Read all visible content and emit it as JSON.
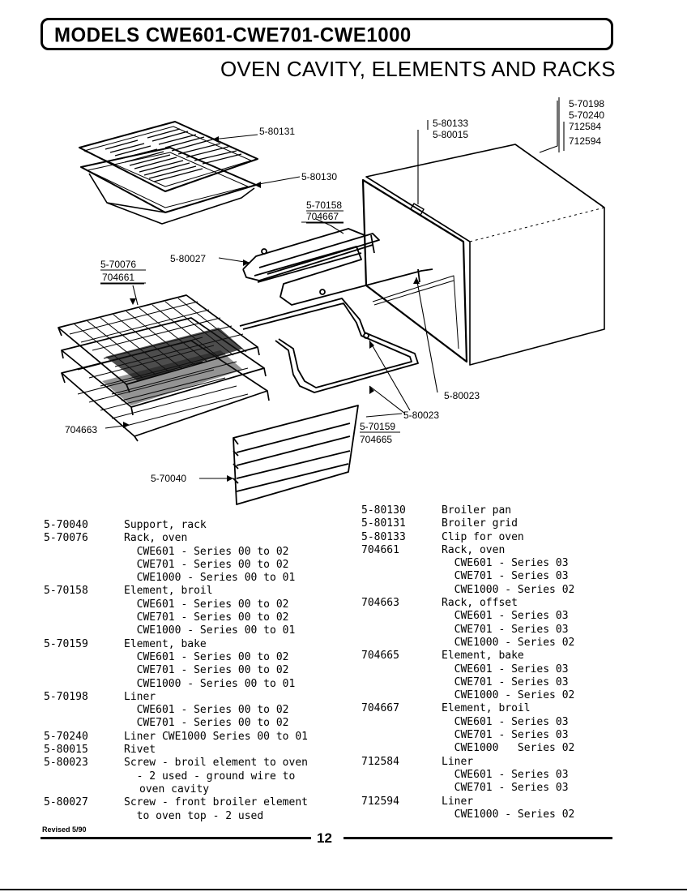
{
  "header": {
    "title": "MODELS CWE601-CWE701-CWE1000",
    "subtitle": "OVEN CAVITY, ELEMENTS AND RACKS"
  },
  "diagram": {
    "callouts": {
      "c_80131": "5-80131",
      "c_80130": "5-80130",
      "c_80133": "5-80133",
      "c_80015": "5-80015",
      "c_70198": "5-70198",
      "c_70240": "5-70240",
      "c_712584": "712584",
      "c_712594": "712594",
      "c_70158": "5-70158",
      "c_704667": "704667",
      "c_80027": "5-80027",
      "c_70076": "5-70076",
      "c_704661": "704661",
      "c_80023a": "5-80023",
      "c_80023b": "5-80023",
      "c_70159": "5-70159",
      "c_704665": "704665",
      "c_704663": "704663",
      "c_70040": "5-70040"
    }
  },
  "parts_left": [
    {
      "part": "5-70040",
      "desc": "Support, rack"
    },
    {
      "part": "5-70076",
      "desc": "Rack, oven"
    },
    {
      "part": "",
      "desc": "  CWE601 - Series 00 to 02"
    },
    {
      "part": "",
      "desc": "  CWE701 - Series 00 to 02"
    },
    {
      "part": "",
      "desc": "  CWE1000 - Series 00 to 01"
    },
    {
      "part": "5-70158",
      "desc": "Element, broil"
    },
    {
      "part": "",
      "desc": "  CWE601 - Series 00 to 02"
    },
    {
      "part": "",
      "desc": "  CWE701 - Series 00 to 02"
    },
    {
      "part": "",
      "desc": "  CWE1000 - Series 00 to 01"
    },
    {
      "part": "5-70159",
      "desc": "Element, bake"
    },
    {
      "part": "",
      "desc": "  CWE601 - Series 00 to 02"
    },
    {
      "part": "",
      "desc": "  CWE701 - Series 00 to 02"
    },
    {
      "part": "",
      "desc": "  CWE1000 - Series 00 to 01"
    },
    {
      "part": "5-70198",
      "desc": "Liner"
    },
    {
      "part": "",
      "desc": "  CWE601 - Series 00 to 02"
    },
    {
      "part": "",
      "desc": "  CWE701 - Series 00 to 02"
    },
    {
      "part": "5-70240",
      "desc": "Liner CWE1000 Series 00 to 01"
    },
    {
      "part": "5-80015",
      "desc": "Rivet"
    },
    {
      "part": "5-80023",
      "desc": "Screw - broil element to oven"
    },
    {
      "part": "",
      "desc": "  - 2 used - ground wire to"
    },
    {
      "part": "",
      "desc": "oven cavity"
    },
    {
      "part": "5-80027",
      "desc": "Screw - front broiler element"
    },
    {
      "part": "",
      "desc": "  to oven top - 2 used"
    }
  ],
  "parts_right": [
    {
      "part": "5-80130",
      "desc": "Broiler pan"
    },
    {
      "part": "5-80131",
      "desc": "Broiler grid"
    },
    {
      "part": "5-80133",
      "desc": "Clip for oven"
    },
    {
      "part": "704661",
      "desc": "Rack, oven"
    },
    {
      "part": "",
      "desc": "  CWE601 - Series 03"
    },
    {
      "part": "",
      "desc": "  CWE701 - Series 03"
    },
    {
      "part": "",
      "desc": "  CWE1000 - Series 02"
    },
    {
      "part": "704663",
      "desc": "Rack, offset"
    },
    {
      "part": "",
      "desc": "  CWE601 - Series 03"
    },
    {
      "part": "",
      "desc": "  CWE701 - Series 03"
    },
    {
      "part": "",
      "desc": "  CWE1000 - Series 02"
    },
    {
      "part": "704665",
      "desc": "Element, bake"
    },
    {
      "part": "",
      "desc": "  CWE601 - Series 03"
    },
    {
      "part": "",
      "desc": "  CWE701 - Series 03"
    },
    {
      "part": "",
      "desc": "  CWE1000 - Series 02"
    },
    {
      "part": "704667",
      "desc": "Element, broil"
    },
    {
      "part": "",
      "desc": "  CWE601 - Series 03"
    },
    {
      "part": "",
      "desc": "  CWE701 - Series 03"
    },
    {
      "part": "",
      "desc": "  CWE1000   Series 02"
    },
    {
      "part": "712584",
      "desc": "Liner"
    },
    {
      "part": "",
      "desc": "  CWE601 - Series 03"
    },
    {
      "part": "",
      "desc": "  CWE701 - Series 03"
    },
    {
      "part": "712594",
      "desc": "Liner"
    },
    {
      "part": "",
      "desc": "  CWE1000 - Series 02"
    }
  ],
  "footer": {
    "revised": "Revised 5/90",
    "page_number": "12"
  }
}
